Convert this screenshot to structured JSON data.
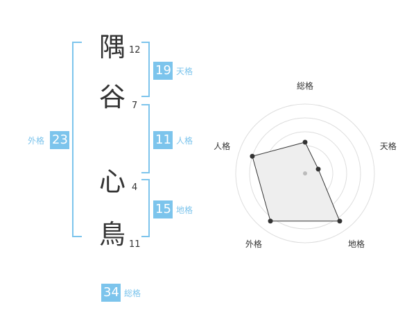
{
  "name": {
    "chars": [
      {
        "char": "隅",
        "strokes": "12"
      },
      {
        "char": "谷",
        "strokes": "7"
      },
      {
        "char": "心",
        "strokes": "4"
      },
      {
        "char": "鳥",
        "strokes": "11"
      }
    ]
  },
  "fortune": {
    "tenkaku": {
      "value": "19",
      "label": "天格"
    },
    "jinkaku": {
      "value": "11",
      "label": "人格"
    },
    "chikaku": {
      "value": "15",
      "label": "地格"
    },
    "gaikaku": {
      "value": "23",
      "label": "外格"
    },
    "soukaku": {
      "value": "34",
      "label": "総格"
    }
  },
  "colors": {
    "accent": "#7cc4ec",
    "text": "#333333",
    "radar_fill": "#eeeeee"
  },
  "chart_data": {
    "type": "radar",
    "axes": [
      "総格",
      "天格",
      "地格",
      "外格",
      "人格"
    ],
    "values": [
      0.45,
      0.2,
      0.85,
      0.85,
      0.8
    ],
    "scale_max": 1,
    "rings": 5
  }
}
